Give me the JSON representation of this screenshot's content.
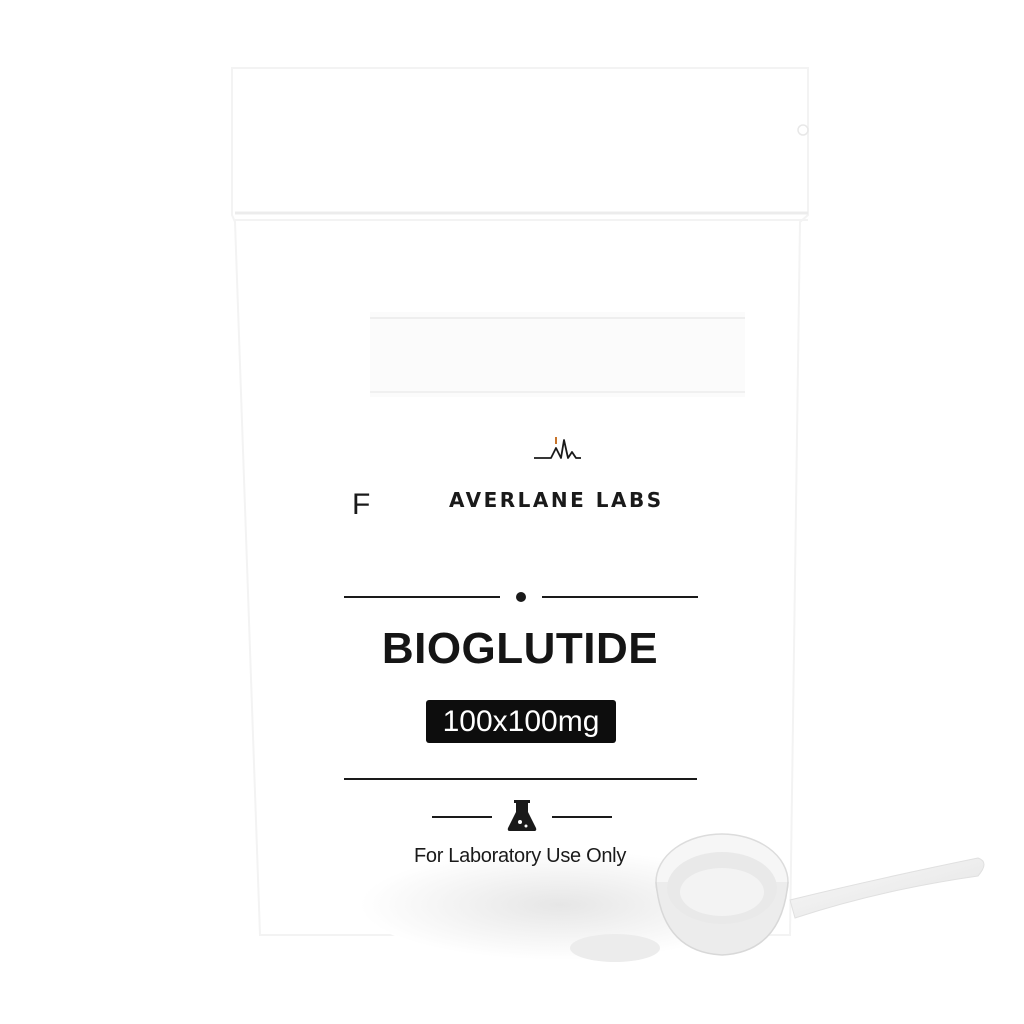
{
  "package": {
    "brand": "AVERLANE LABS",
    "stray_letter": "F",
    "product_name": "BIOGLUTIDE",
    "dose": "100x100mg",
    "disclaimer": "For Laboratory Use Only"
  },
  "icons": {
    "logo": "pulse-waveform-icon",
    "flask": "flask-icon"
  },
  "colors": {
    "ink": "#151515",
    "badge": "#0d0d0d",
    "logo_accent": "#c8742a"
  }
}
